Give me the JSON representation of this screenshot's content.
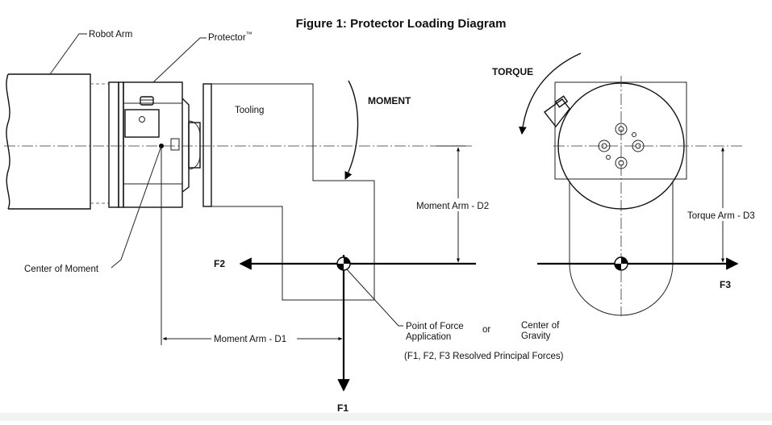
{
  "title": "Figure 1: Protector Loading Diagram",
  "labels": {
    "robot_arm": "Robot Arm",
    "protector": "Protector",
    "protector_tm": "™",
    "tooling": "Tooling",
    "moment": "MOMENT",
    "torque": "TORQUE",
    "moment_arm_d2": "Moment Arm - D2",
    "moment_arm_d1": "Moment Arm - D1",
    "torque_arm_d3": "Torque Arm - D3",
    "center_of_moment": "Center of Moment",
    "point_of_force_line1": "Point of Force",
    "point_of_force_line2": "Application",
    "or": "or",
    "center_of_gravity_line1": "Center of",
    "center_of_gravity_line2": "Gravity",
    "resolved_forces": "(F1, F2, F3 Resolved Principal Forces)",
    "f1": "F1",
    "f2": "F2",
    "f3": "F3"
  }
}
